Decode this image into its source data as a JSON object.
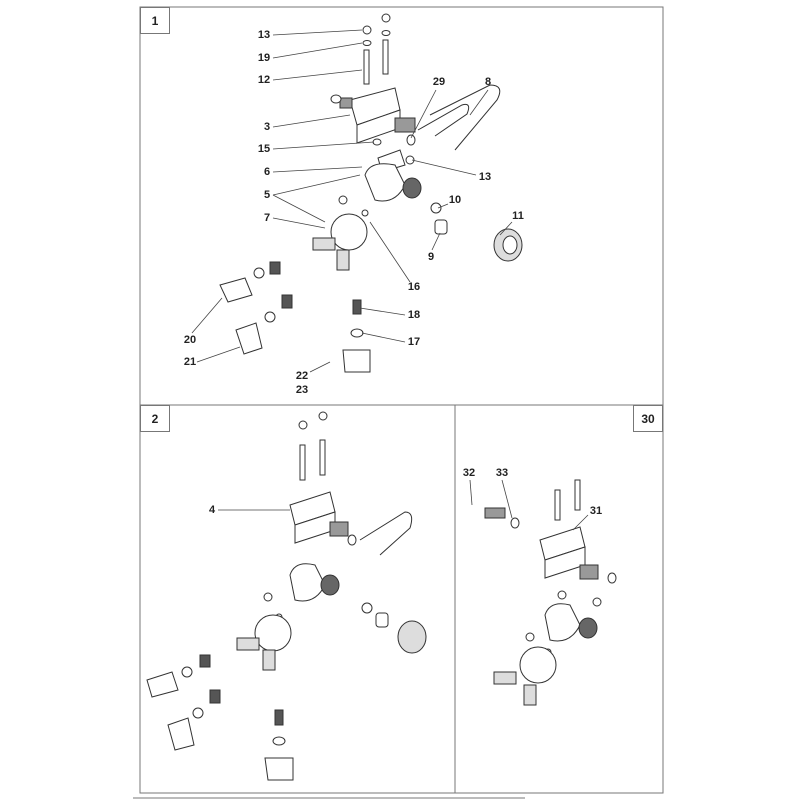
{
  "panels": [
    {
      "id": "1",
      "callouts": [
        "13",
        "19",
        "12",
        "3",
        "15",
        "6",
        "5",
        "7",
        "29",
        "8",
        "13",
        "10",
        "9",
        "11",
        "16",
        "18",
        "17",
        "20",
        "21",
        "22",
        "23"
      ]
    },
    {
      "id": "2",
      "callouts": [
        "4"
      ]
    },
    {
      "id": "30",
      "callouts": [
        "32",
        "33",
        "31"
      ]
    }
  ]
}
